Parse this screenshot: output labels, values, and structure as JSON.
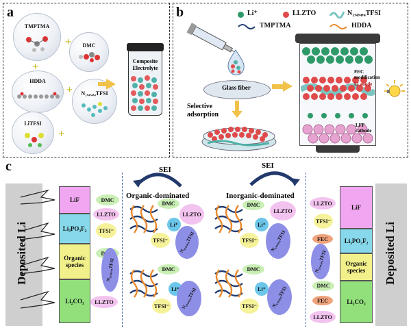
{
  "panel_a": {
    "label": "a",
    "molecules": {
      "tmptma": "TMPTMA",
      "dmc": "DMC",
      "hdda": "HDDA",
      "n1444tfsi": "N₁,₄,₄,₄TFSI",
      "litfsi": "LiTFSI"
    },
    "product_label_line1": "Composite",
    "product_label_line2": "Electrolyte"
  },
  "panel_b": {
    "label": "b",
    "legend": {
      "li": "Li⁺",
      "llzto": "LLZTO",
      "n1444tfsi": "N₁,₄,₄,₄TFSI",
      "tmptma": "TMPTMA",
      "hdda": "HDDA"
    },
    "glass_fiber": "Glass fiber",
    "selective_line1": "Selective",
    "selective_line2": "adsorption",
    "fec_line1": "FEC",
    "fec_line2": "modification",
    "li_anode": "Li anode",
    "lfp_cathode": "LFP cathode"
  },
  "panel_c": {
    "label": "c",
    "sei_left": "SEI",
    "sei_right": "SEI",
    "organic_dominated": "Organic-dominated",
    "inorganic_dominated": "Inorganic-dominated",
    "deposited_li_left": "Deposited Li",
    "deposited_li_right": "Deposited Li",
    "left_layers": [
      "LiF",
      "Li₃PO₃F₂",
      "Organic species",
      "Li₂CO₃"
    ],
    "right_layers": [
      "LiF",
      "Li₃PO₃F₂",
      "Organic species",
      "Li₂CO₃"
    ],
    "left_species": {
      "dmc1": "DMC",
      "llzto1": "LLZTO",
      "tfsi1": "TFSI⁻",
      "dmc2": "DMC",
      "n1444": "N₁,₄,₄,₄TFSI",
      "llzto2": "LLZTO"
    },
    "center": {
      "dmc_a": "DMC",
      "llzto_a": "LLZTO",
      "li_a": "Li⁺",
      "tfsi_a": "TFSI⁻",
      "n1444_a": "N₁,₄,₄,₄TFSI",
      "dmc_b": "DMC",
      "llzto_b": "LLZTO",
      "li_b": "Li⁺",
      "tfsi_b": "TFSI⁻",
      "n1444_b": "N₁,₄,₄,₄TFSI",
      "dmc_c": "DMC",
      "li_c": "Li⁺",
      "tfsi_c": "TFSI⁻",
      "n1444_c": "N₁,₄,₄,₄TFSI",
      "dmc_d": "DMC",
      "li_d": "Li⁺",
      "tfsi_d": "TFSI⁻",
      "n1444_d": "N₁,₄,₄,₄TFSI"
    },
    "right_species": {
      "llzto1": "LLZTO",
      "tfsi": "TFSI⁻",
      "fec1": "FEC",
      "n1444": "N₁,₄,₄,₄TFSI",
      "dmc": "DMC",
      "fec2": "FEC",
      "llzto2": "LLZTO"
    }
  }
}
